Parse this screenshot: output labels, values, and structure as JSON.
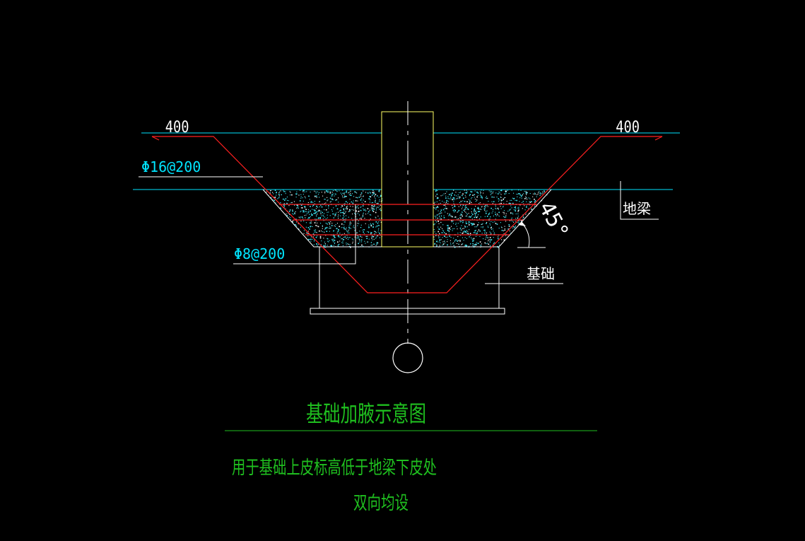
{
  "annotations": {
    "dim_left": "400",
    "dim_right": "400",
    "rebar_top": "Φ16@200",
    "rebar_bottom": "Φ8@200",
    "ground_beam_label": "地梁",
    "foundation_label": "基础",
    "angle_label": "45°"
  },
  "caption": {
    "title": "基础加腋示意图",
    "note_line1": "用于基础上皮标高低于地梁下皮处",
    "note_line2": "双向均设"
  },
  "colors": {
    "background": "#000000",
    "cyan": "#00e5ff",
    "red": "#ff2020",
    "yellow": "#ffff66",
    "white": "#ffffff",
    "green": "#1fbf1f",
    "hatch": "#40f0ff"
  }
}
